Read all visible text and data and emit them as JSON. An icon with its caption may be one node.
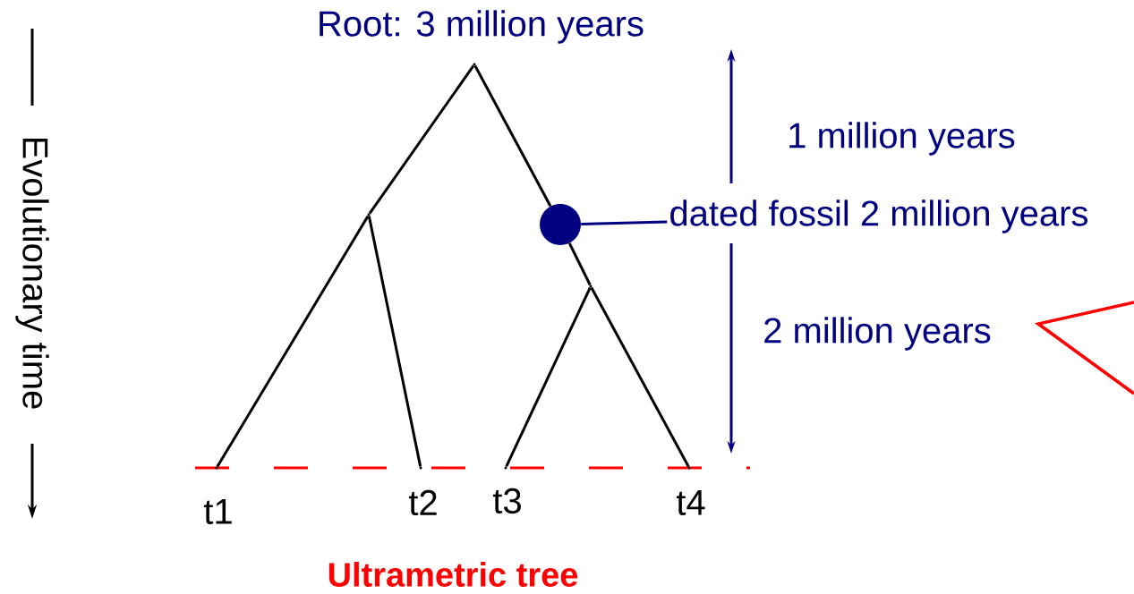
{
  "diagram": {
    "caption": "Ultrametric tree",
    "nodes": [
      {
        "text": [],
        "shape": "point",
        "beside": [
          "Root: 3 million years"
        ]
      },
      {
        "text": [],
        "shape": "point"
      },
      {
        "text": [],
        "shape": "circle"
      },
      {
        "text": [
          "dated fossil 2 million years"
        ]
      },
      {
        "text": [],
        "shape": "point"
      },
      {
        "text": [],
        "shape": "point",
        "beside": [
          "t1"
        ]
      },
      {
        "text": [],
        "shape": "point",
        "beside": [
          "t2"
        ]
      },
      {
        "text": [],
        "shape": "point",
        "beside": [
          "t3"
        ]
      },
      {
        "text": [],
        "shape": "point",
        "beside": [
          "t4"
        ]
      }
    ],
    "edges": [
      {
        "from": 0,
        "to": 1,
        "arrow": "none"
      },
      {
        "from": 0,
        "to": 2,
        "arrow": "none"
      },
      {
        "from": 2,
        "to": 4,
        "arrow": "none"
      },
      {
        "from": 1,
        "to": 5,
        "arrow": "none"
      },
      {
        "from": 1,
        "to": 6,
        "arrow": "none"
      },
      {
        "from": 4,
        "to": 7,
        "arrow": "none"
      },
      {
        "from": 4,
        "to": 8,
        "arrow": "none"
      },
      {
        "from": 3,
        "to": 2,
        "arrow": "none",
        "color": "#000080"
      }
    ],
    "labels": [
      "1 million years",
      "2 million years",
      "Evolutionary time"
    ]
  }
}
